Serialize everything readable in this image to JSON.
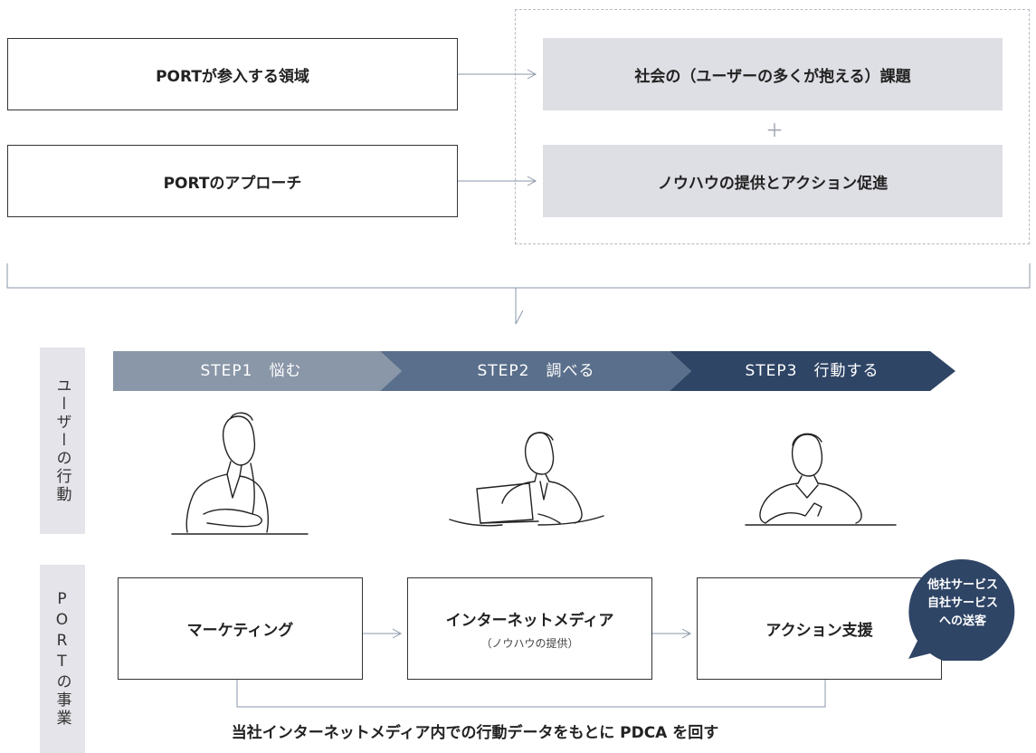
{
  "top": {
    "domain_box": "PORTが参入する領域",
    "approach_box": "PORTのアプローチ",
    "issue_box": "社会の（ユーザーの多くが抱える）課題",
    "plus": "＋",
    "know_box": "ノウハウの提供とアクション促進"
  },
  "side": {
    "user_action": "ユーザーの行動",
    "port_business": "PORTの事業"
  },
  "steps": [
    {
      "label": "STEP1　悩む",
      "color": "#8a97a8"
    },
    {
      "label": "STEP2　調べる",
      "color": "#5a6f8b"
    },
    {
      "label": "STEP3　行動する",
      "color": "#2f4566"
    }
  ],
  "illustrations": [
    "thinking-person-icon",
    "laptop-person-icon",
    "pointing-person-icon"
  ],
  "business": {
    "marketing": "マーケティング",
    "media_title": "インターネットメディア",
    "media_sub": "（ノウハウの提供）",
    "action_support": "アクション支援"
  },
  "bubble": {
    "line1": "他社サービス",
    "line2": "自社サービス",
    "line3": "への送客",
    "color": "#2f4566"
  },
  "footer": "当社インターネットメディア内での行動データをもとに PDCA を回す"
}
